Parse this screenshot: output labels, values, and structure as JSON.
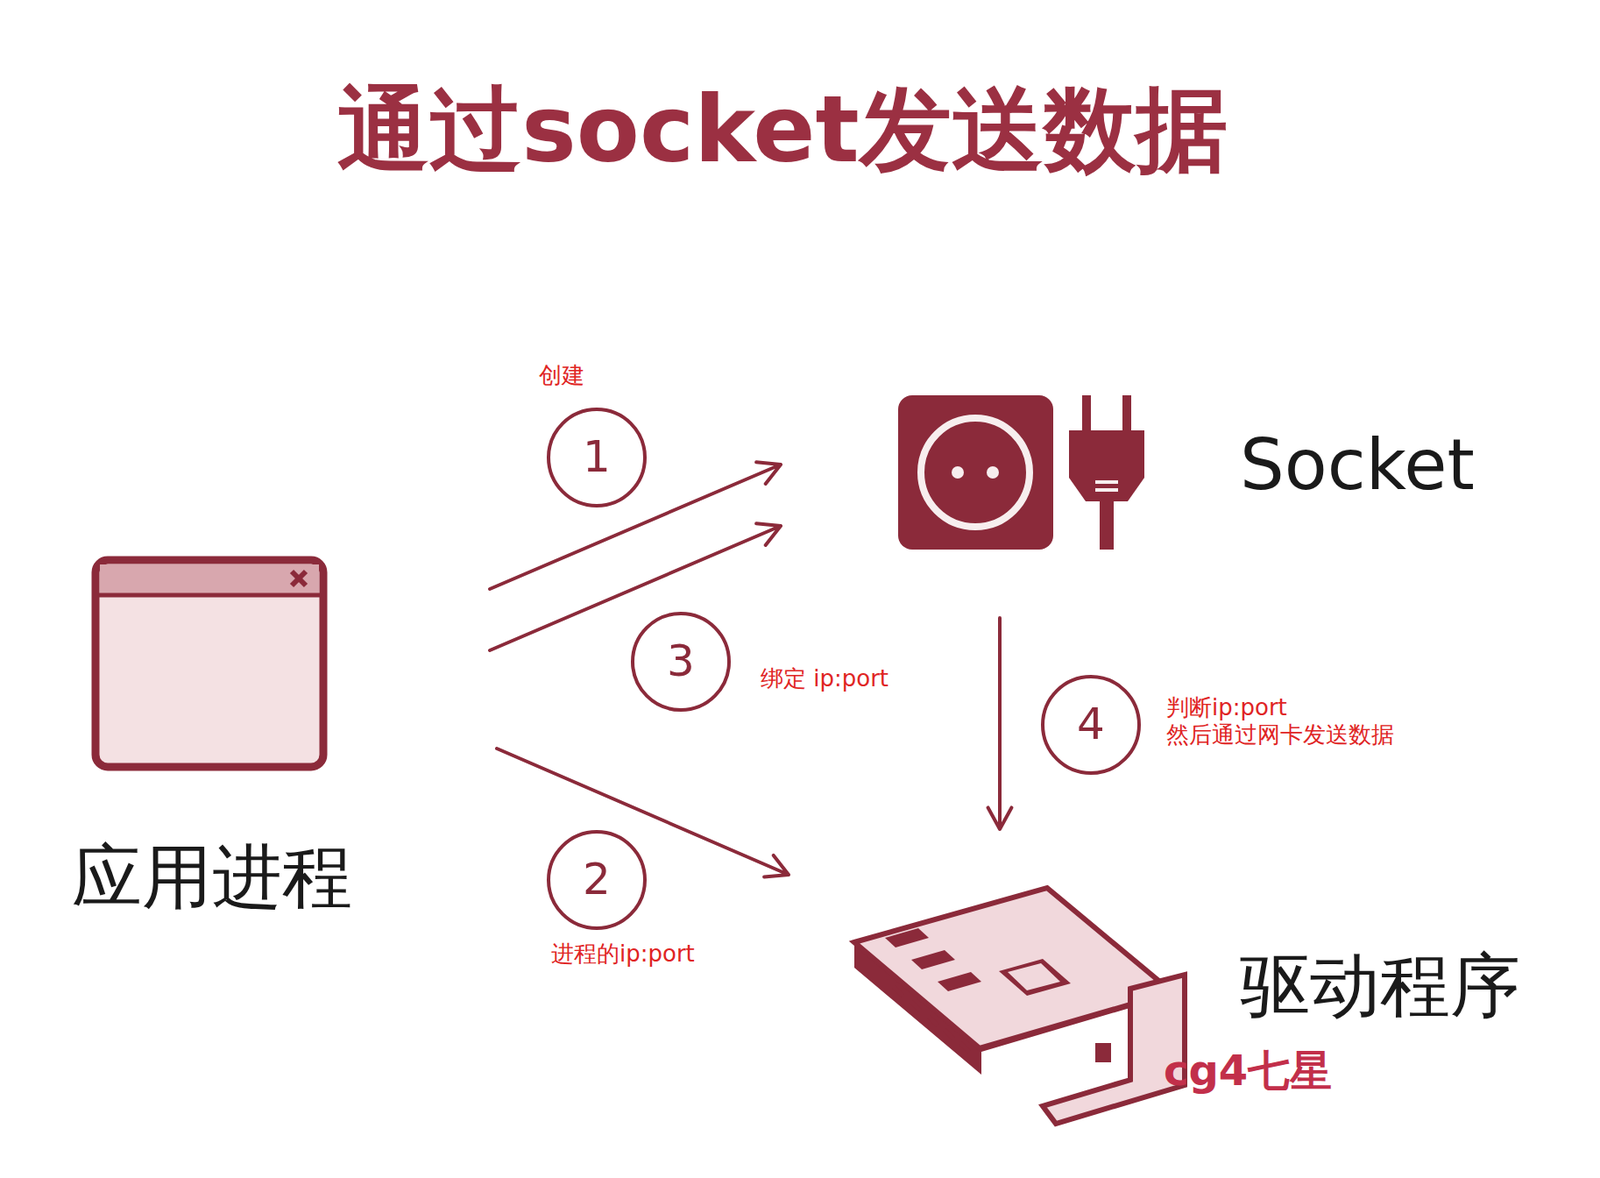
{
  "diagram": {
    "title": "通过socket发送数据",
    "nodes": [
      {
        "text": [
          "应用进程"
        ]
      },
      {
        "text": [
          "Socket"
        ]
      },
      {
        "text": [
          "驱动程序"
        ]
      }
    ],
    "edges": [
      {
        "from": 0,
        "to": 1,
        "arrow": "to"
      },
      {
        "from": 0,
        "to": 2,
        "arrow": "to"
      },
      {
        "from": 0,
        "to": 1,
        "arrow": "to"
      },
      {
        "from": 1,
        "to": 2,
        "arrow": "to"
      }
    ],
    "labels": [
      "创建",
      "1",
      "3",
      "绑定 ip:port",
      "2",
      "进程的ip:port",
      "4",
      "判断ip:port",
      "然后通过网卡发送数据",
      "cg4七星"
    ]
  }
}
